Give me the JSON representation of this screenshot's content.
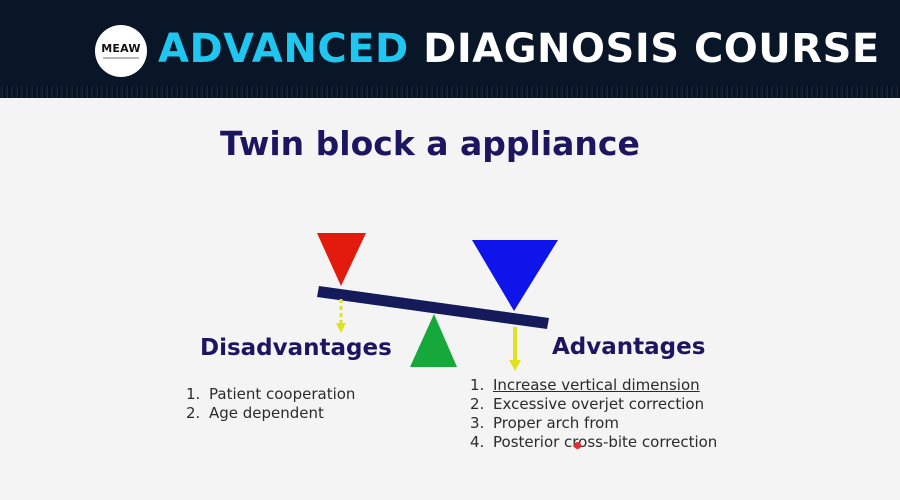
{
  "banner": {
    "logo_text": "MEAW",
    "title_accent": "ADVANCED",
    "title_rest": "DIAGNOSIS COURSE",
    "background_color": "#091627",
    "accent_color": "#1fc6ef"
  },
  "slide": {
    "title": "Twin block a appliance",
    "title_color": "#1c1560"
  },
  "diagram": {
    "disadvantage_weight_color": "#e31b0c",
    "advantage_weight_color": "#0f14ea",
    "fulcrum_color": "#16a83b",
    "beam_color": "#151b5a",
    "arrow_color": "#e0e21f"
  },
  "disadvantages": {
    "heading": "Disadvantages",
    "items": [
      {
        "num": "1.",
        "text": "Patient cooperation"
      },
      {
        "num": "2.",
        "text": "Age dependent"
      }
    ]
  },
  "advantages": {
    "heading": "Advantages",
    "items": [
      {
        "num": "1.",
        "text": "Increase vertical dimension"
      },
      {
        "num": "2.",
        "text": "Excessive overjet correction"
      },
      {
        "num": "3.",
        "text": "Proper arch from"
      },
      {
        "num": "4.",
        "text": "Posterior cross-bite correction"
      }
    ]
  }
}
